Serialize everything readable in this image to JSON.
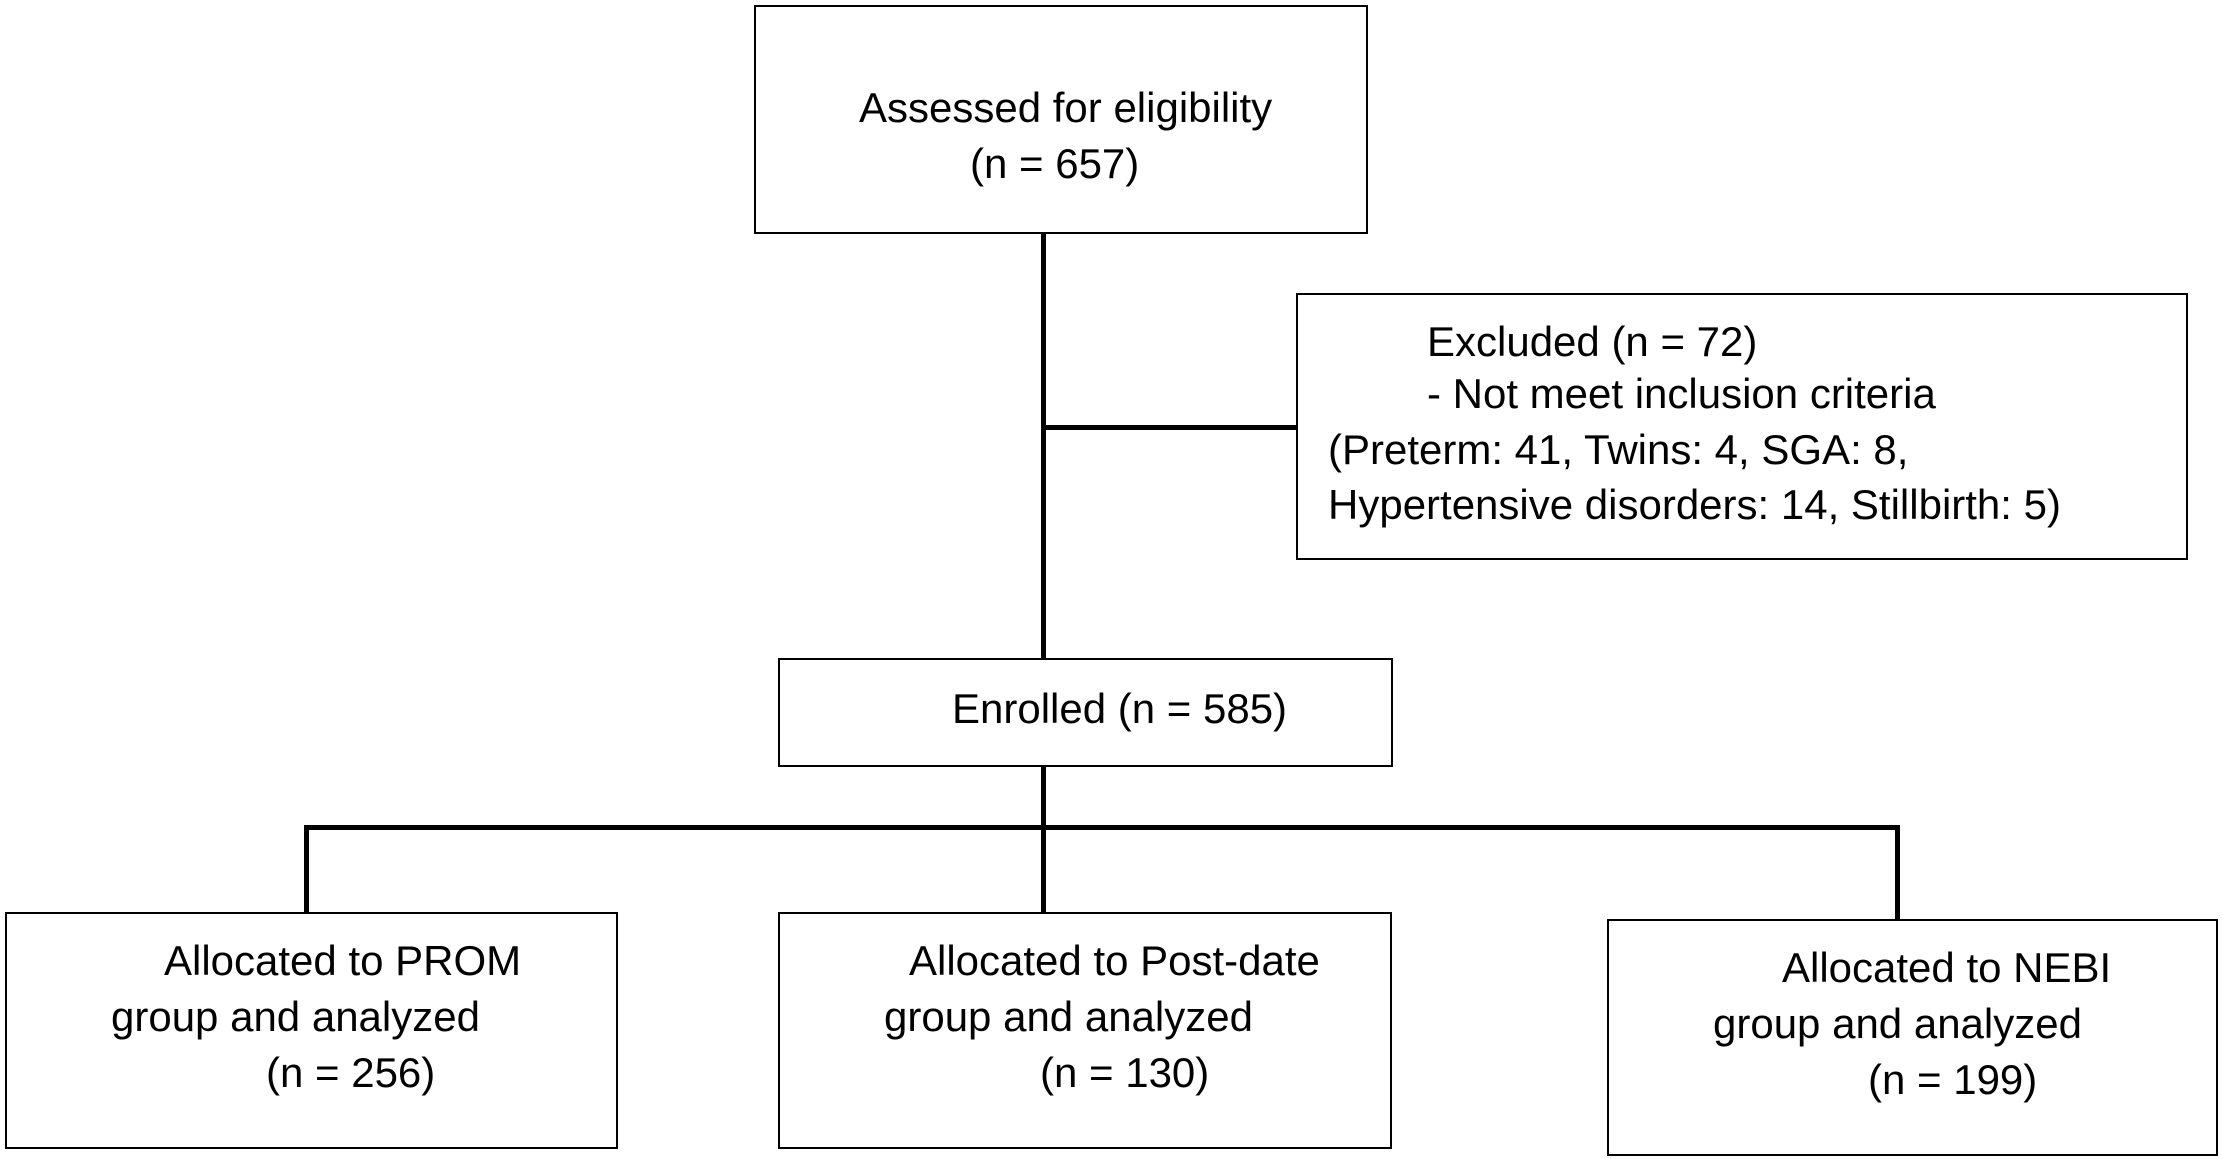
{
  "flowchart": {
    "assessed": {
      "title": "Assessed for eligibility",
      "count": "(n = 657)"
    },
    "excluded": {
      "title": "Excluded (n = 72)",
      "reason": "- Not meet inclusion criteria",
      "details_line1": "(Preterm: 41, Twins: 4, SGA: 8,",
      "details_line2": "Hypertensive disorders: 14, Stillbirth: 5)"
    },
    "enrolled": {
      "title": "Enrolled (n = 585)"
    },
    "groups": [
      {
        "line1": "Allocated to PROM",
        "line2": "group and analyzed",
        "count": "(n = 256)"
      },
      {
        "line1": "Allocated to Post-date",
        "line2": "group and analyzed",
        "count": "(n = 130)"
      },
      {
        "line1": "Allocated to NEBI",
        "line2": "group and analyzed",
        "count": "(n = 199)"
      }
    ]
  }
}
